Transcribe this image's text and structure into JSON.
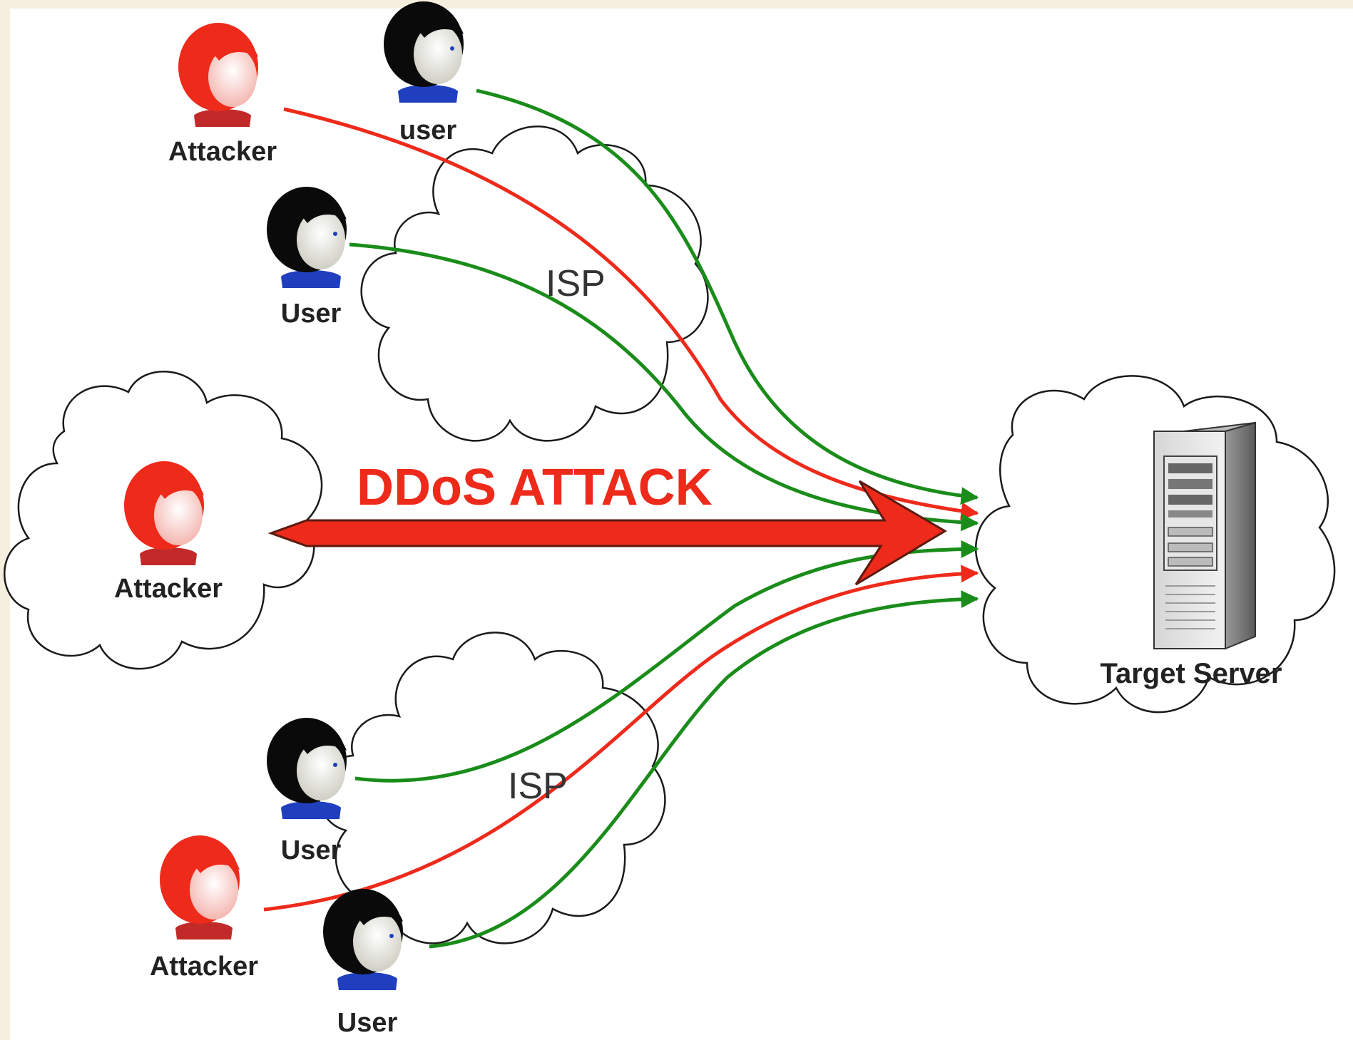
{
  "colors": {
    "attack": "#ee2a1b",
    "traffic": "#1a8c1a",
    "attacker_face": "#ee2a1b",
    "user_hair": "#0a0a0a",
    "user_shirt": "#1f3fbf",
    "cloud_stroke": "#1a1a1a"
  },
  "title": "DDoS ATTACK",
  "isp_labels": [
    "ISP",
    "ISP"
  ],
  "target": {
    "label": "Target Server"
  },
  "people": [
    {
      "role": "attacker",
      "label": "Attacker"
    },
    {
      "role": "user",
      "label": "user"
    },
    {
      "role": "user",
      "label": "User"
    },
    {
      "role": "attacker",
      "label": "Attacker"
    },
    {
      "role": "user",
      "label": "User"
    },
    {
      "role": "attacker",
      "label": "Attacker"
    },
    {
      "role": "user",
      "label": "User"
    }
  ]
}
